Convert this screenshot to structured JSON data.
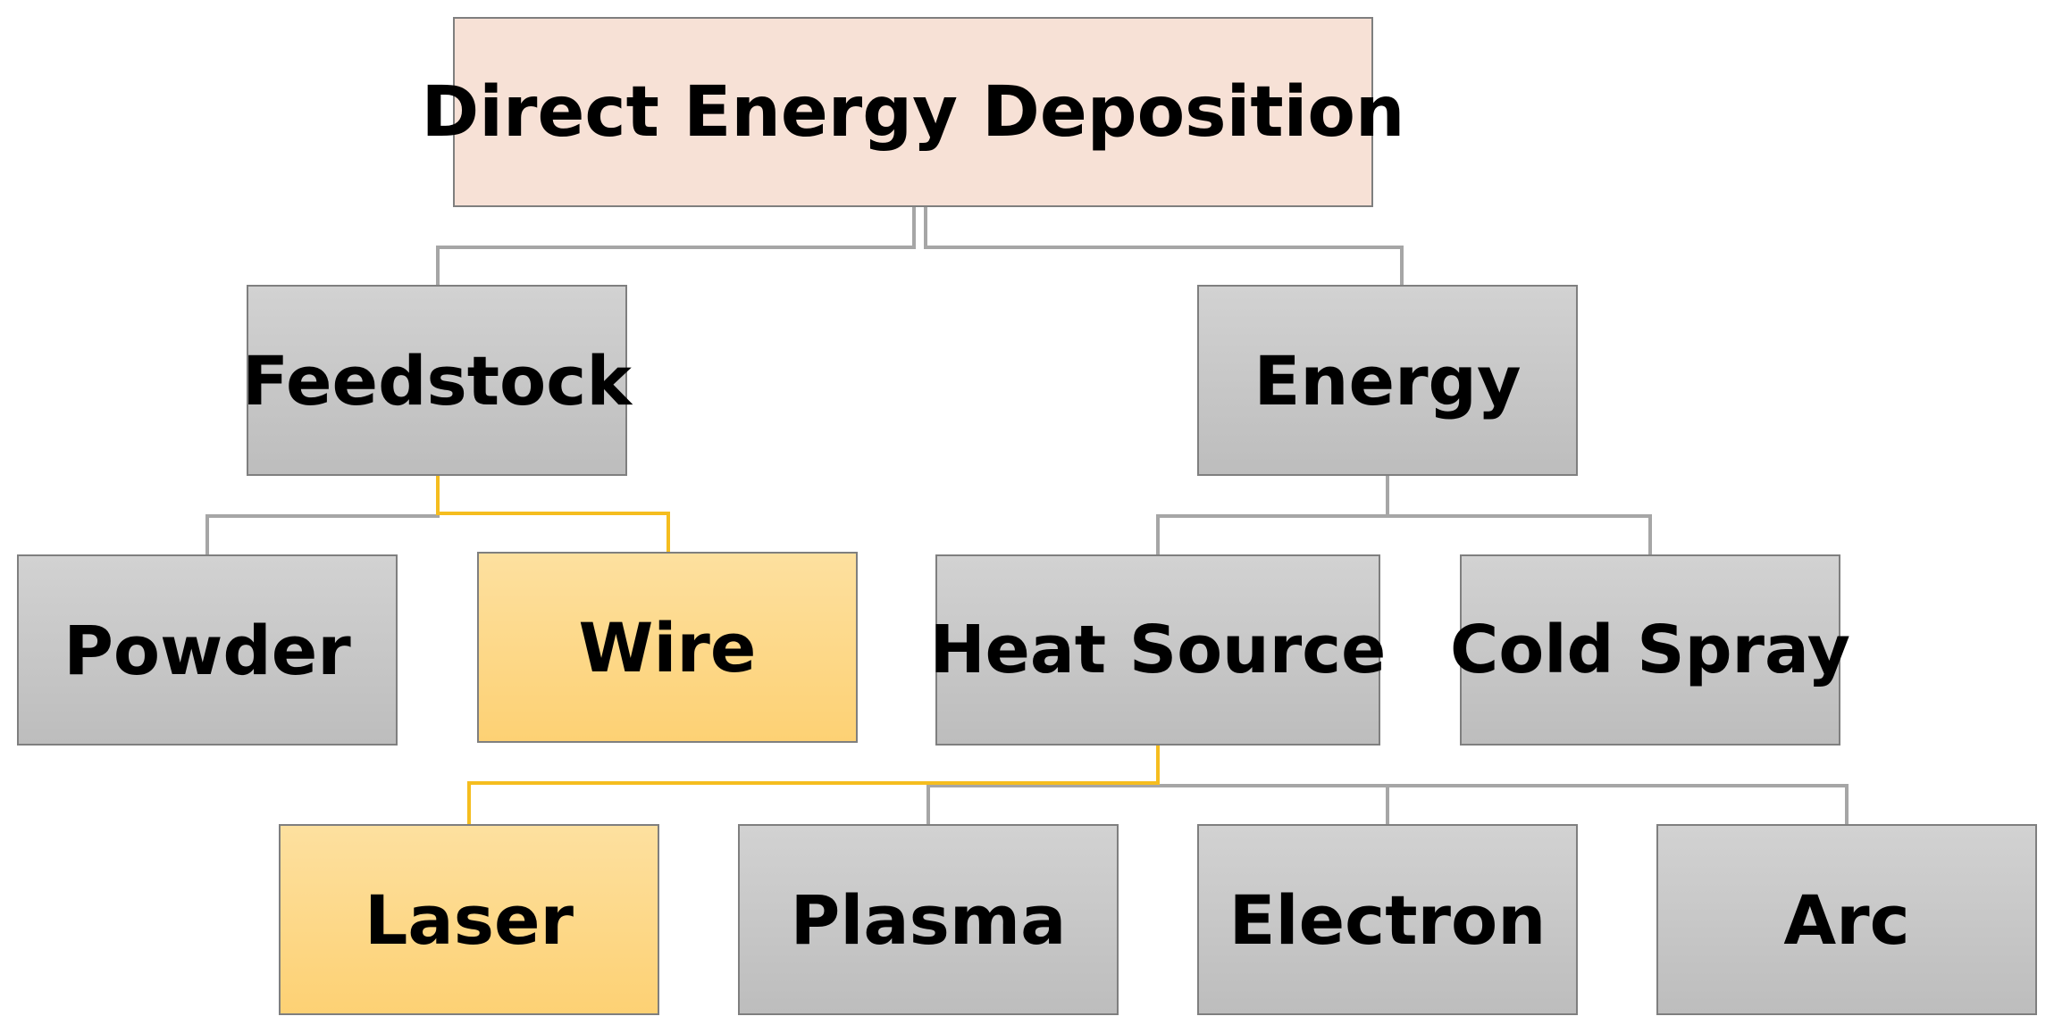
{
  "diagram": {
    "root": {
      "label": "Direct Energy Deposition"
    },
    "feedstock": {
      "label": "Feedstock"
    },
    "energy": {
      "label": "Energy"
    },
    "powder": {
      "label": "Powder"
    },
    "wire": {
      "label": "Wire"
    },
    "heat_source": {
      "label": "Heat Source"
    },
    "cold_spray": {
      "label": "Cold Spray"
    },
    "laser": {
      "label": "Laser"
    },
    "plasma": {
      "label": "Plasma"
    },
    "electron": {
      "label": "Electron"
    },
    "arc": {
      "label": "Arc"
    }
  },
  "colors": {
    "connector": "#a6a6a6",
    "highlight_connector": "#f5bd1f",
    "root_fill": "#f7e1d6",
    "node_fill": "#c8c8c8",
    "highlight_fill": "#fdd98a"
  }
}
